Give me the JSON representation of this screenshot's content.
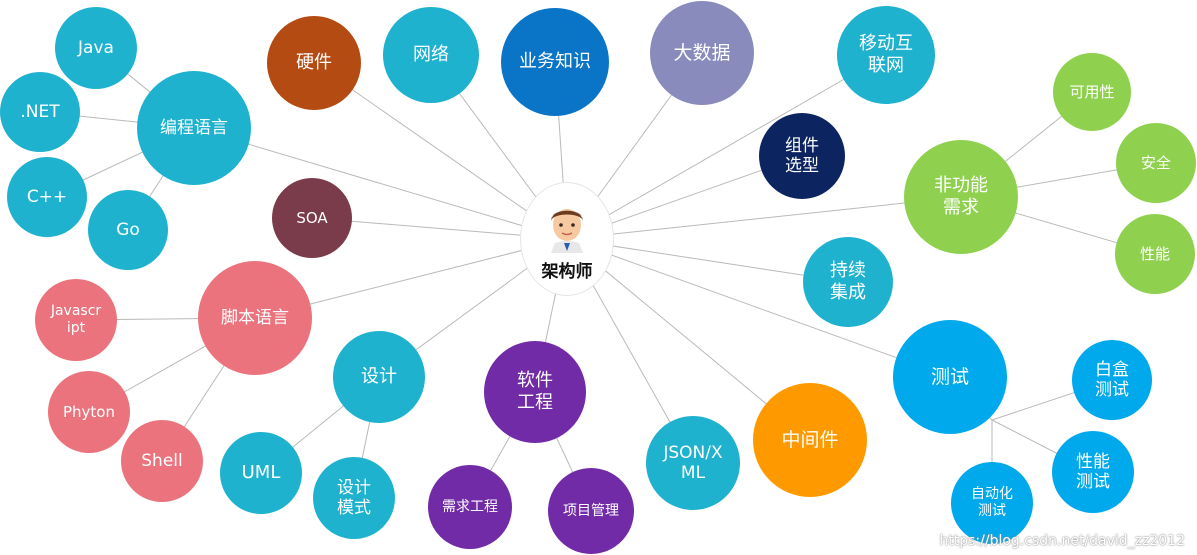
{
  "center": {
    "label": "架构师",
    "icon": "architect-avatar-icon"
  },
  "colors": {
    "teal": "#1fb2cf",
    "rust": "#b44b12",
    "blue": "#0a74c6",
    "lavender": "#898bbd",
    "navy": "#0c2460",
    "green": "#8fd14f",
    "maroon": "#7a3b4b",
    "pink": "#ea737d",
    "purple": "#722ba6",
    "orange": "#ff9900",
    "sky": "#00a8ec",
    "link": "#b9b9b9"
  },
  "nodes": {
    "hardware": "硬件",
    "network": "网络",
    "business": "业务知识",
    "bigdata": "大数据",
    "mobile": "移动互\n联网",
    "component": "组件\n选型",
    "nonfunc": "非功能\n需求",
    "availability": "可用性",
    "security": "安全",
    "performance": "性能",
    "ci": "持续\n集成",
    "testing": "测试",
    "whitebox": "白盒\n测试",
    "perftest": "性能\n测试",
    "autotest": "自动化\n测试",
    "middleware": "中间件",
    "jsonxml": "JSON/X\nML",
    "softeng": "软件\n工程",
    "reqeng": "需求工程",
    "projmgmt": "项目管理",
    "design": "设计",
    "uml": "UML",
    "patterns": "设计\n模式",
    "script": "脚本语言",
    "javascript": "Javascr\nipt",
    "python": "Phyton",
    "shell": "Shell",
    "soa": "SOA",
    "programming": "编程语言",
    "java": "Java",
    "dotnet": ".NET",
    "cpp": "C++",
    "go": "Go"
  },
  "watermark": "https://blog.csdn.net/david_zz2012"
}
